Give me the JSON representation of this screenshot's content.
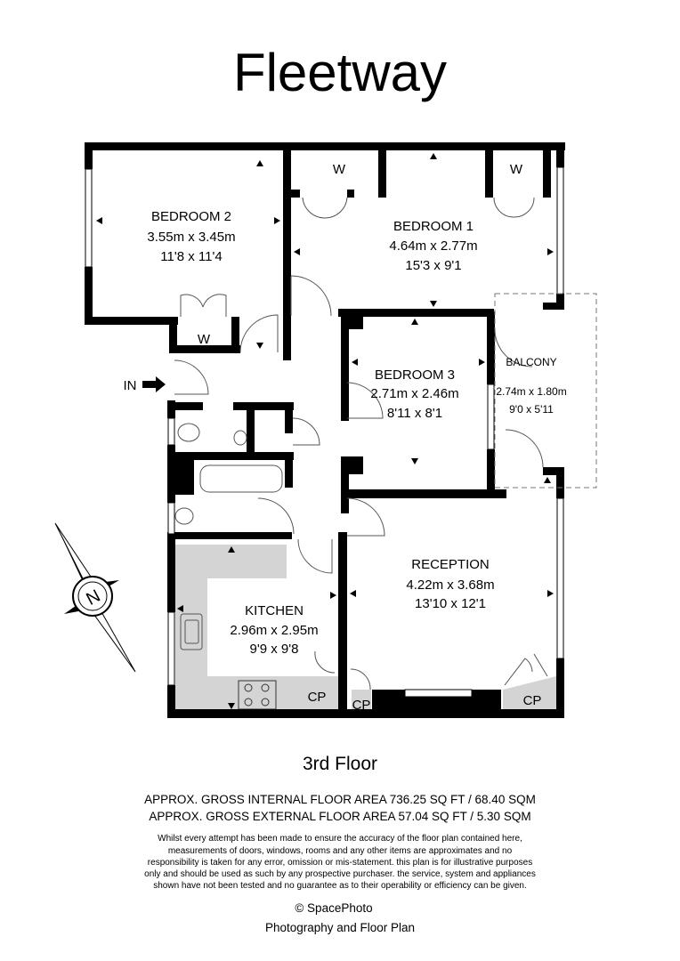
{
  "title": "Fleetway",
  "rooms": {
    "bedroom2": {
      "name": "BEDROOM 2",
      "metric": "3.55m x 3.45m",
      "imperial": "11'8 x 11'4"
    },
    "bedroom1": {
      "name": "BEDROOM 1",
      "metric": "4.64m x 2.77m",
      "imperial": "15'3 x 9'1"
    },
    "bedroom3": {
      "name": "BEDROOM 3",
      "metric": "2.71m x 2.46m",
      "imperial": "8'11 x 8'1"
    },
    "balcony": {
      "name": "BALCONY",
      "metric": "2.74m x 1.80m",
      "imperial": "9'0 x 5'11"
    },
    "reception": {
      "name": "RECEPTION",
      "metric": "4.22m x 3.68m",
      "imperial": "13'10 x 12'1"
    },
    "kitchen": {
      "name": "KITCHEN",
      "metric": "2.96m x 2.95m",
      "imperial": "9'9 x 9'8"
    }
  },
  "labels": {
    "wardrobe": "W",
    "cupboard": "CP",
    "entrance": "IN",
    "compass": "N"
  },
  "floor": "3rd Floor",
  "areas": [
    "APPROX. GROSS INTERNAL FLOOR AREA 736.25 SQ FT / 68.40 SQM",
    "APPROX. GROSS EXTERNAL FLOOR AREA 57.04 SQ FT / 5.30 SQM"
  ],
  "disclaimer": [
    "Whilst every attempt has been made to ensure the accuracy of the floor plan contained here,",
    "measurements of doors, windows, rooms and any other items are approximates and no",
    "responsibility is taken for any error, omission or mis-statement. this plan is for illustrative purposes",
    "only and should be used as such by any prospective purchaser. the service, system and appliances",
    "shown have not been tested and no guarantee as to their operability or efficiency can be given."
  ],
  "credit": {
    "copyright": "© SpacePhoto",
    "tagline": "Photography and Floor Plan"
  },
  "colors": {
    "wall": "#000000",
    "counter": "#d4d4d4"
  }
}
